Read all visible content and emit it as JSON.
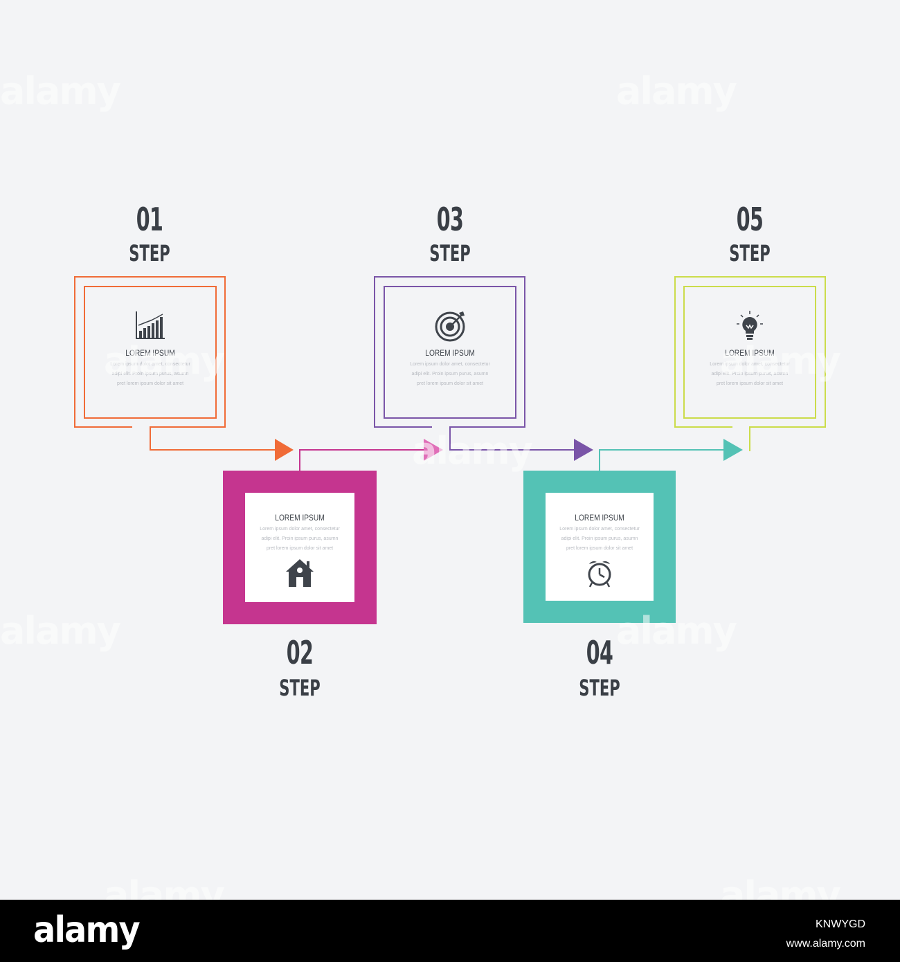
{
  "steps": [
    {
      "number": "01",
      "label": "STEP",
      "title": "LOREM IPSUM",
      "text": [
        "Lorem ipsum dolor amet, consectetur",
        "adipi elit. Proin ipsum purus, asumn",
        "pret lorem ipsum dolor sit amet"
      ],
      "icon": "bar-chart-icon",
      "color": "#f06b37"
    },
    {
      "number": "02",
      "label": "STEP",
      "title": "LOREM IPSUM",
      "text": [
        "Lorem ipsum dolor amet, consectetur",
        "adipi elit. Proin ipsum purus, asumn",
        "pret lorem ipsum dolor sit amet"
      ],
      "icon": "house-icon",
      "color": "#c5358f"
    },
    {
      "number": "03",
      "label": "STEP",
      "title": "LOREM IPSUM",
      "text": [
        "Lorem ipsum dolor amet, consectetur",
        "adipi elit. Proin ipsum purus, asumn",
        "pret lorem ipsum dolor sit amet"
      ],
      "icon": "target-icon",
      "color": "#7a55a8"
    },
    {
      "number": "04",
      "label": "STEP",
      "title": "LOREM IPSUM",
      "text": [
        "Lorem ipsum dolor amet, consectetur",
        "adipi elit. Proin ipsum purus, asumn",
        "pret lorem ipsum dolor sit amet"
      ],
      "icon": "alarm-clock-icon",
      "color": "#54c2b5"
    },
    {
      "number": "05",
      "label": "STEP",
      "title": "LOREM IPSUM",
      "text": [
        "Lorem ipsum dolor amet, consectetur",
        "adipi elit. Proin ipsum purus, asumn",
        "pret lorem ipsum dolor sit amet"
      ],
      "icon": "light-bulb-icon",
      "color": "#cbdc4a"
    }
  ],
  "watermark": "alamy",
  "footer": {
    "brand": "alamy",
    "image_id": "KNWYGD",
    "url": "www.alamy.com"
  }
}
